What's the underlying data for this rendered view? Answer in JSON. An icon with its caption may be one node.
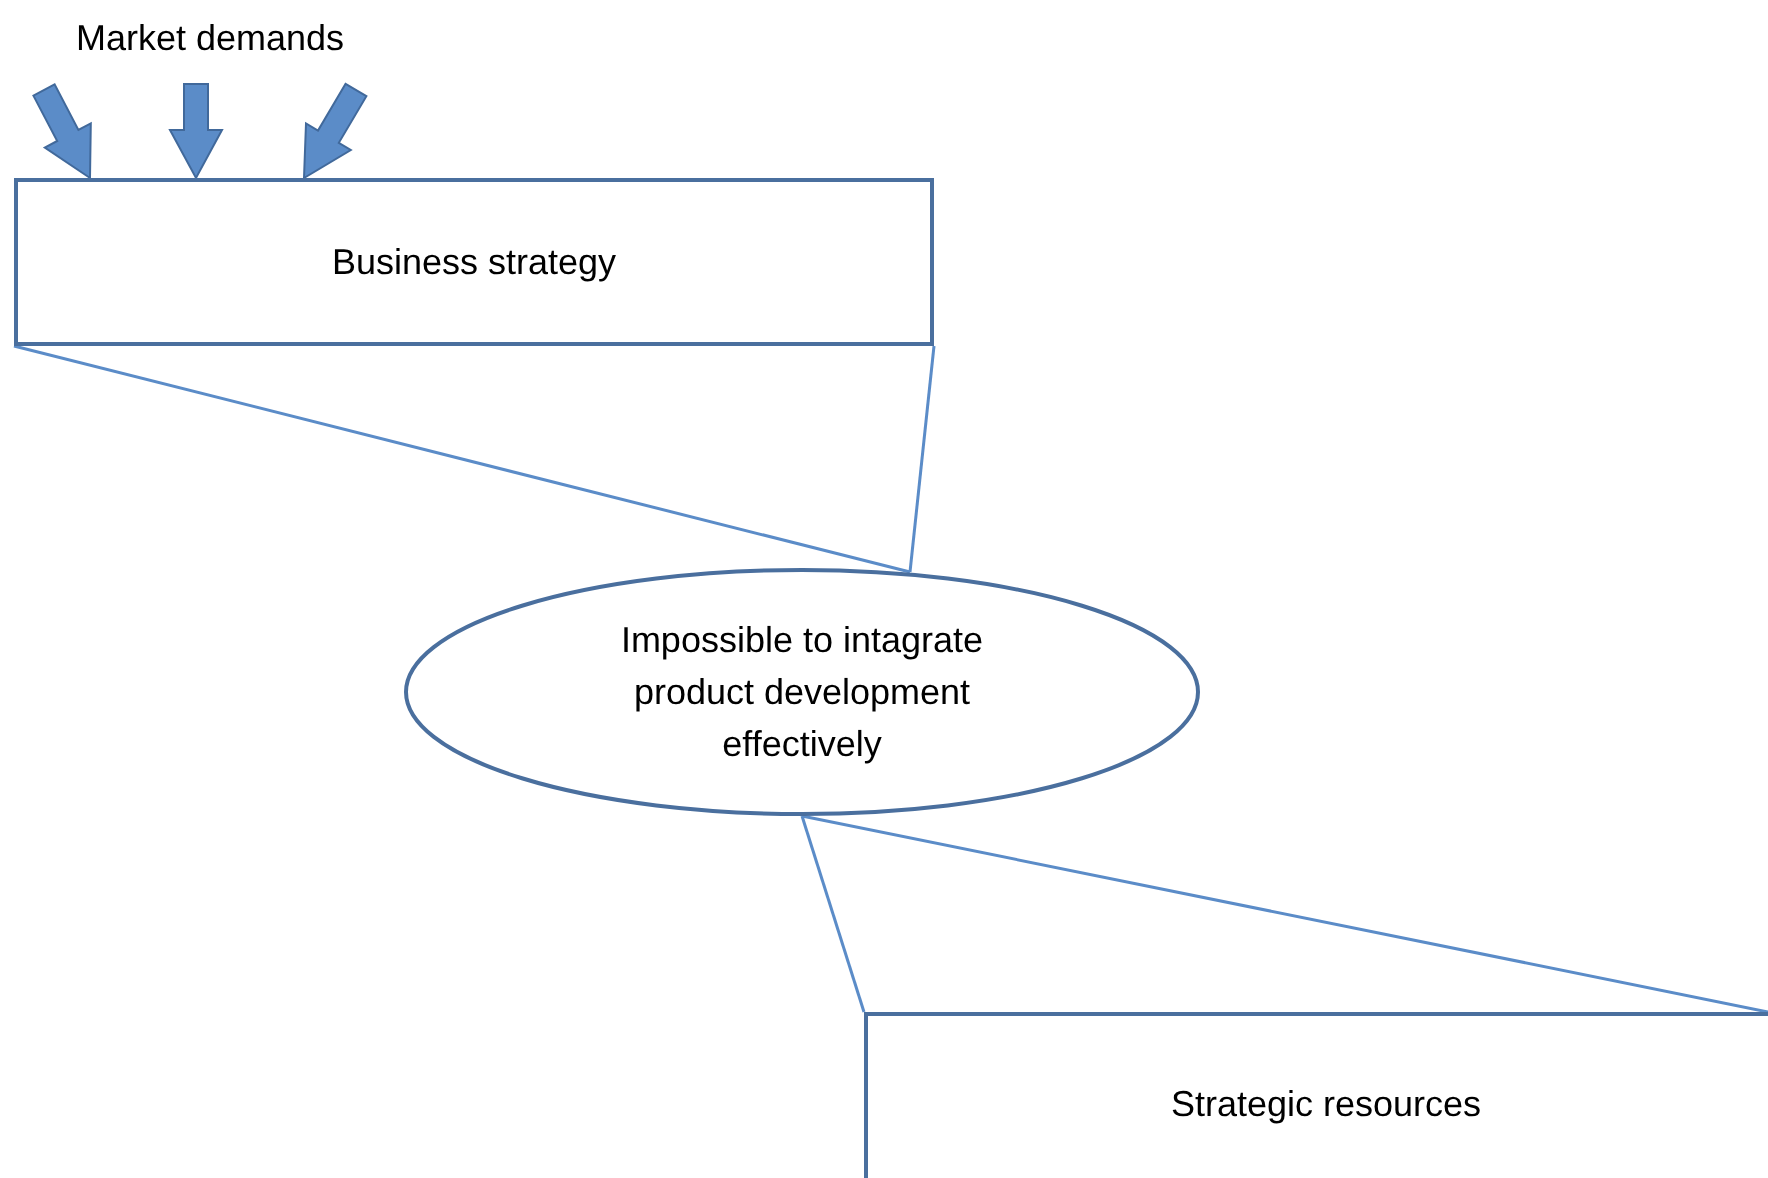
{
  "diagram": {
    "nodes": [
      {
        "text": [
          "Market demands"
        ]
      },
      {
        "text": [
          "Business strategy"
        ]
      },
      {
        "text": [
          "Impossible to intagrate product development effectively"
        ]
      },
      {
        "text": [
          "Strategic resources"
        ]
      }
    ],
    "edges": [
      {
        "from": 0,
        "to": 1,
        "arrow": "to",
        "style": "thick"
      },
      {
        "from": 0,
        "to": 1,
        "arrow": "to",
        "style": "thick"
      },
      {
        "from": 0,
        "to": 1,
        "arrow": "to",
        "style": "thick"
      },
      {
        "from": 1,
        "to": 2,
        "arrow": "none"
      },
      {
        "from": 1,
        "to": 2,
        "arrow": "none"
      },
      {
        "from": 2,
        "to": 3,
        "arrow": "none"
      },
      {
        "from": 2,
        "to": 3,
        "arrow": "none"
      }
    ]
  }
}
